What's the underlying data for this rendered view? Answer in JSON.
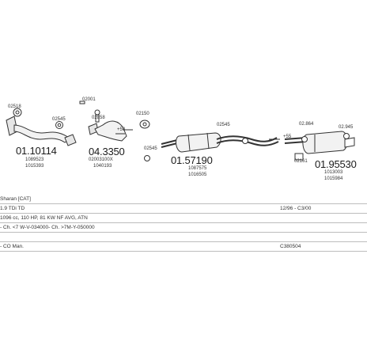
{
  "parts": {
    "clamp_1": "02518",
    "clamp_2": "02545",
    "clamp_3": "02858",
    "sensor": "02001",
    "plus50": "+50",
    "part_01_10114": "01.10114",
    "part_01_10114_ref1": "1089523",
    "part_01_10114_ref2": "1015393",
    "part_04_3350": "04.3350",
    "part_04_3350_ref1": "02003100X",
    "part_04_3350_ref2": "1040193",
    "gasket_02150": "02150",
    "clamp_02545_b": "02545",
    "part_01_57190": "01.57190",
    "part_01_57190_ref1": "1087575",
    "part_01_57190_ref2": "1016505",
    "clamp_02545_c": "02545",
    "plus55": "+55",
    "clamp_02864": "02.864",
    "clamp_02945": "02.945",
    "hanger_02161": "02161",
    "part_01_95530": "01.95530",
    "part_01_95530_ref1": "1013003",
    "part_01_95530_ref2": "1015984"
  },
  "table": {
    "rows": [
      {
        "c1": "Sharan [CAT]",
        "c2": ""
      },
      {
        "c1": "1.9 TDi TD",
        "c2": "12/96 - C3/00"
      },
      {
        "c1": "1096 cc, 110 HP, 81 KW NF AVG, ATN",
        "c2": ""
      },
      {
        "c1": "- Ch. <7 W-V-034000- Ch. >7M-Y-050000",
        "c2": ""
      },
      {
        "c1": "",
        "c2": ""
      },
      {
        "c1": "- CO Man.",
        "c2": "C380504"
      }
    ]
  }
}
